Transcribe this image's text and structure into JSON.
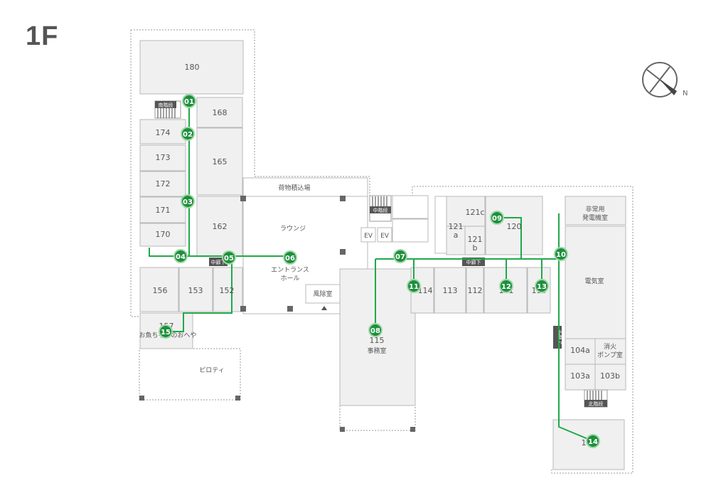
{
  "floor_label": "1F",
  "rooms": {
    "r180": "180",
    "r168": "168",
    "r174": "174",
    "r173": "173",
    "r172": "172",
    "r171": "171",
    "r170": "170",
    "r165": "165",
    "r162": "162",
    "r156": "156",
    "r153": "153",
    "r152": "152",
    "r114": "114",
    "r113": "113",
    "r112": "112",
    "r111": "111",
    "r110": "110",
    "r121c": "121c",
    "r121a": "121\na",
    "r121b": "121\nb",
    "r120": "120",
    "r115": "115",
    "r104a": "104a",
    "r103a": "103a",
    "r103b": "103b",
    "r100": "100",
    "r157": "157"
  },
  "labels": {
    "loading_area": "荷物積込場",
    "lounge": "ラウンジ",
    "entrance_hall": "エントランス\nホール",
    "windbreak": "風除室",
    "office": "事務室",
    "electrical": "電気室",
    "emergency_gen": "非常用\n発電機室",
    "fire_pump": "消火\nポンプ室",
    "piloti": "ピロティ",
    "customer_exit": "お魚ちゃんのおへや",
    "south_stairs": "南階段",
    "north_stairs": "北階段",
    "middle_stairs": "中階段",
    "mid_corridor_left": "中廊下",
    "mid_corridor_right": "中廊下",
    "north_corridor": "北廊下",
    "ev1": "EV",
    "ev2": "EV"
  },
  "markers": [
    "01",
    "02",
    "03",
    "04",
    "05",
    "06",
    "07",
    "08",
    "09",
    "10",
    "11",
    "12",
    "13",
    "14",
    "15"
  ],
  "compass": {
    "icon": "compass-icon",
    "north_label": "N"
  },
  "colors": {
    "route": "#21a84a",
    "marker_fill": "#1e8f3c",
    "marker_text": "#ffffff",
    "room_fill": "#f0f0f0",
    "room_stroke": "#b8b8b8",
    "dark_label_bg": "#555555"
  }
}
